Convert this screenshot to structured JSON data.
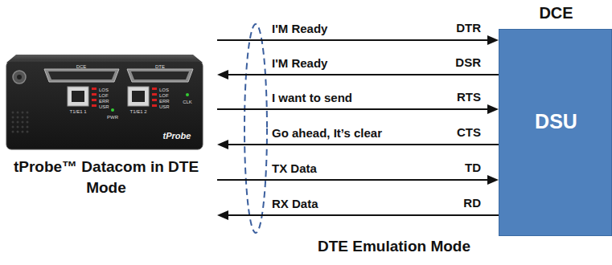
{
  "diagram": {
    "caption": "DTE Emulation Mode",
    "nodes": [
      {
        "text": [
          "tProbe™ Datacom in DTE Mode"
        ]
      },
      {
        "text": [
          "DCE",
          "DSU"
        ]
      }
    ],
    "edges": [
      {
        "from": 0,
        "to": 1,
        "arrow": "to",
        "label": "I'M Ready"
      },
      {
        "from": 1,
        "to": 0,
        "arrow": "to",
        "label": "I'M Ready"
      },
      {
        "from": 0,
        "to": 1,
        "arrow": "to",
        "label": "I want to send"
      },
      {
        "from": 1,
        "to": 0,
        "arrow": "to",
        "label": "Go ahead, It’s clear"
      },
      {
        "from": 0,
        "to": 1,
        "arrow": "to",
        "label": "TX Data"
      },
      {
        "from": 1,
        "to": 0,
        "arrow": "to",
        "label": "RX Data"
      }
    ],
    "labels": [
      "DTR",
      "DSR",
      "RTS",
      "CTS",
      "TD",
      "RD",
      "DCE",
      "DTE",
      "T1/E1 1",
      "T1/E1 2",
      "LOS",
      "LOF",
      "ERR",
      "USR",
      "LOS",
      "LOF",
      "ERR",
      "USR",
      "PWR",
      "CLK",
      "tProbe"
    ]
  }
}
